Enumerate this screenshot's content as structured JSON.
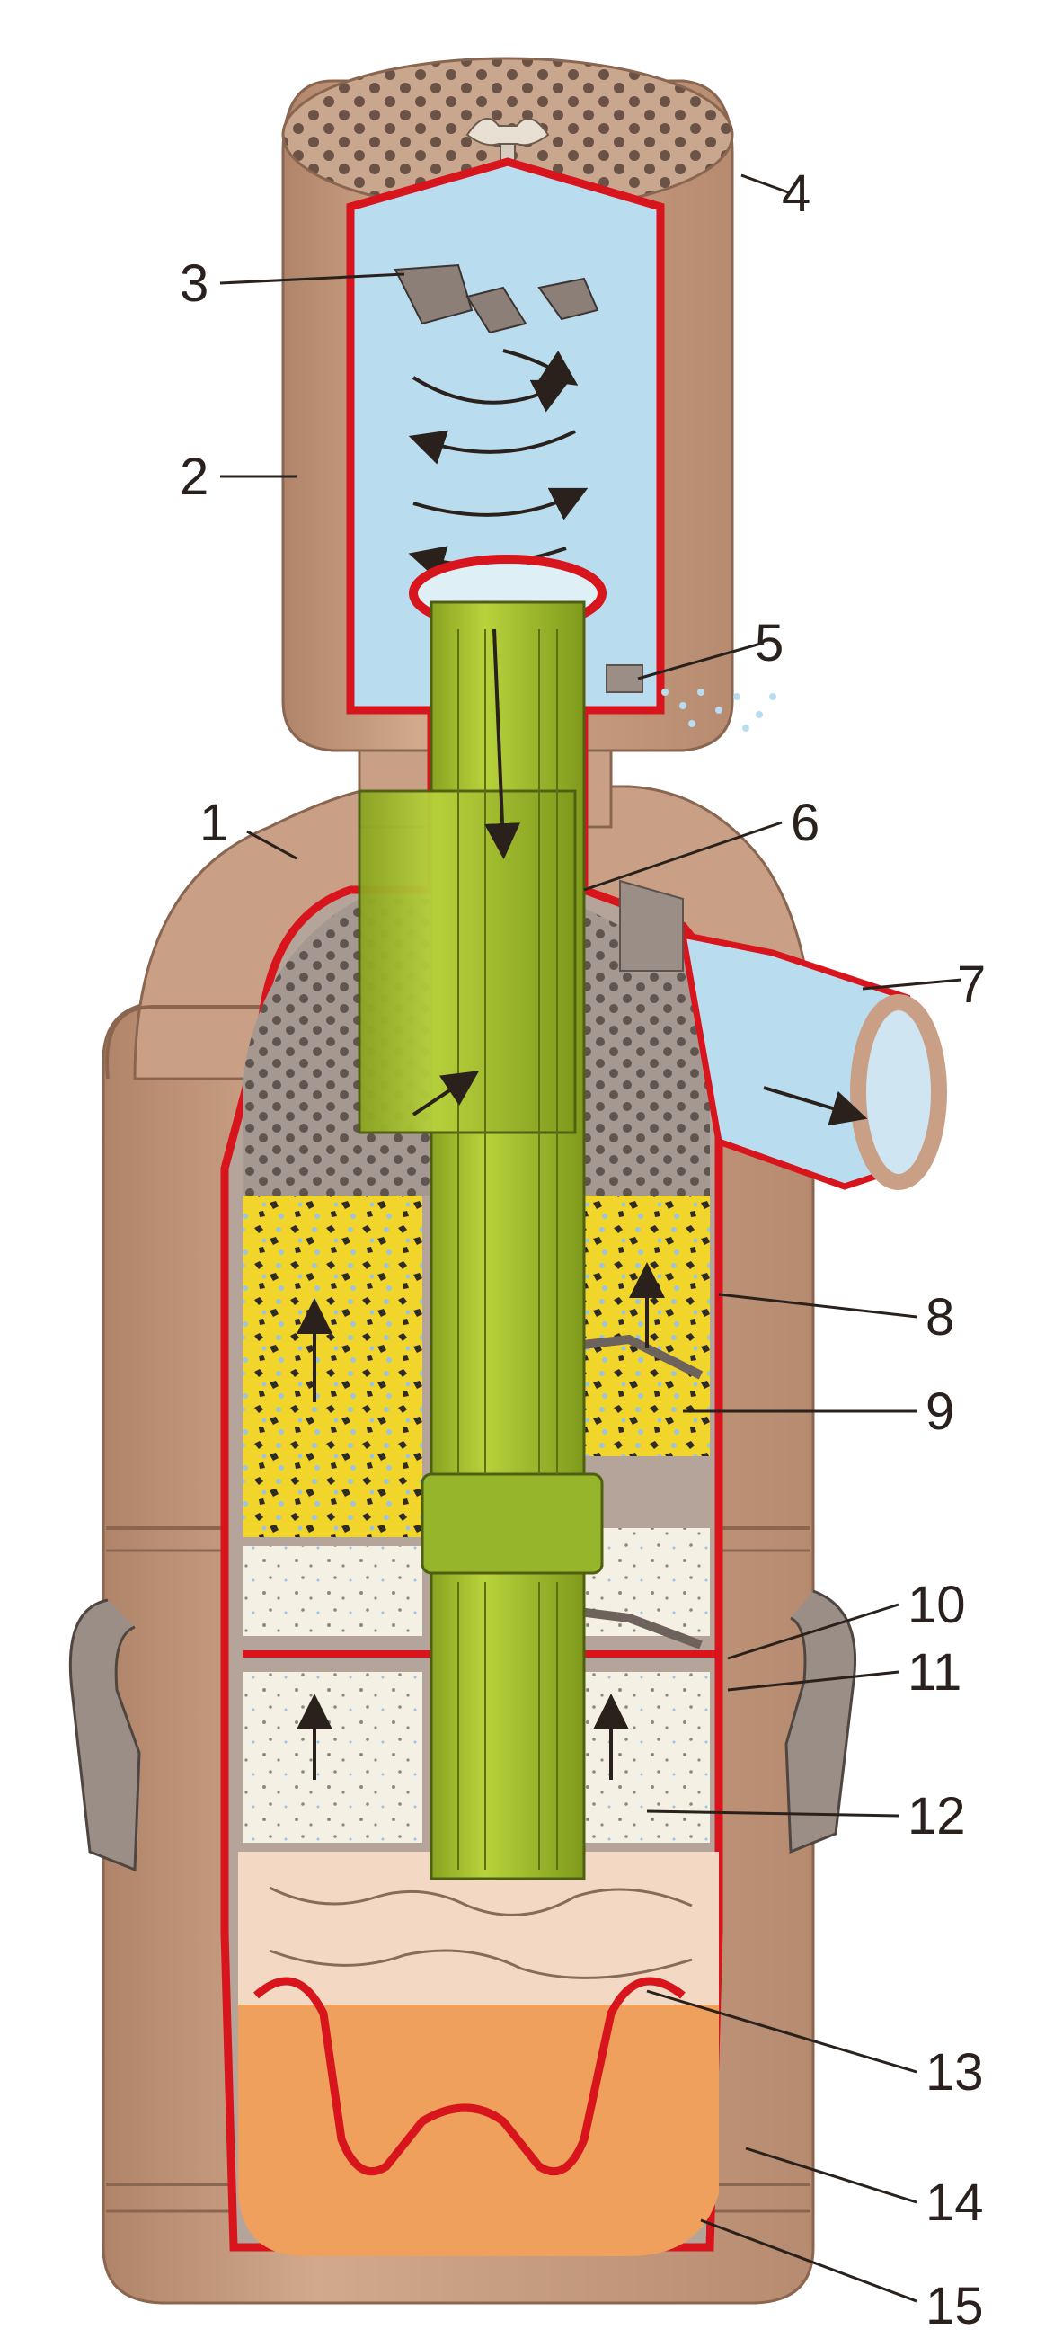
{
  "diagram": {
    "colors": {
      "housing": "#c69a7e",
      "housing_shade": "#a8785c",
      "cutaway_edge": "#d8141c",
      "tube": "#a8c42e",
      "tube_shade": "#7f9a1c",
      "air": "#b9ddee",
      "mesh": "#9a8e88",
      "filter_yellow": "#f1d52a",
      "filter_white": "#f4f1e4",
      "oil": "#eea05c",
      "background": "#ffffff"
    },
    "callouts": [
      {
        "id": "1",
        "label": "1"
      },
      {
        "id": "2",
        "label": "2"
      },
      {
        "id": "3",
        "label": "3"
      },
      {
        "id": "4",
        "label": "4"
      },
      {
        "id": "5",
        "label": "5"
      },
      {
        "id": "6",
        "label": "6"
      },
      {
        "id": "7",
        "label": "7"
      },
      {
        "id": "8",
        "label": "8"
      },
      {
        "id": "9",
        "label": "9"
      },
      {
        "id": "10",
        "label": "10"
      },
      {
        "id": "11",
        "label": "11"
      },
      {
        "id": "12",
        "label": "12"
      },
      {
        "id": "13",
        "label": "13"
      },
      {
        "id": "14",
        "label": "14"
      },
      {
        "id": "15",
        "label": "15"
      }
    ]
  }
}
